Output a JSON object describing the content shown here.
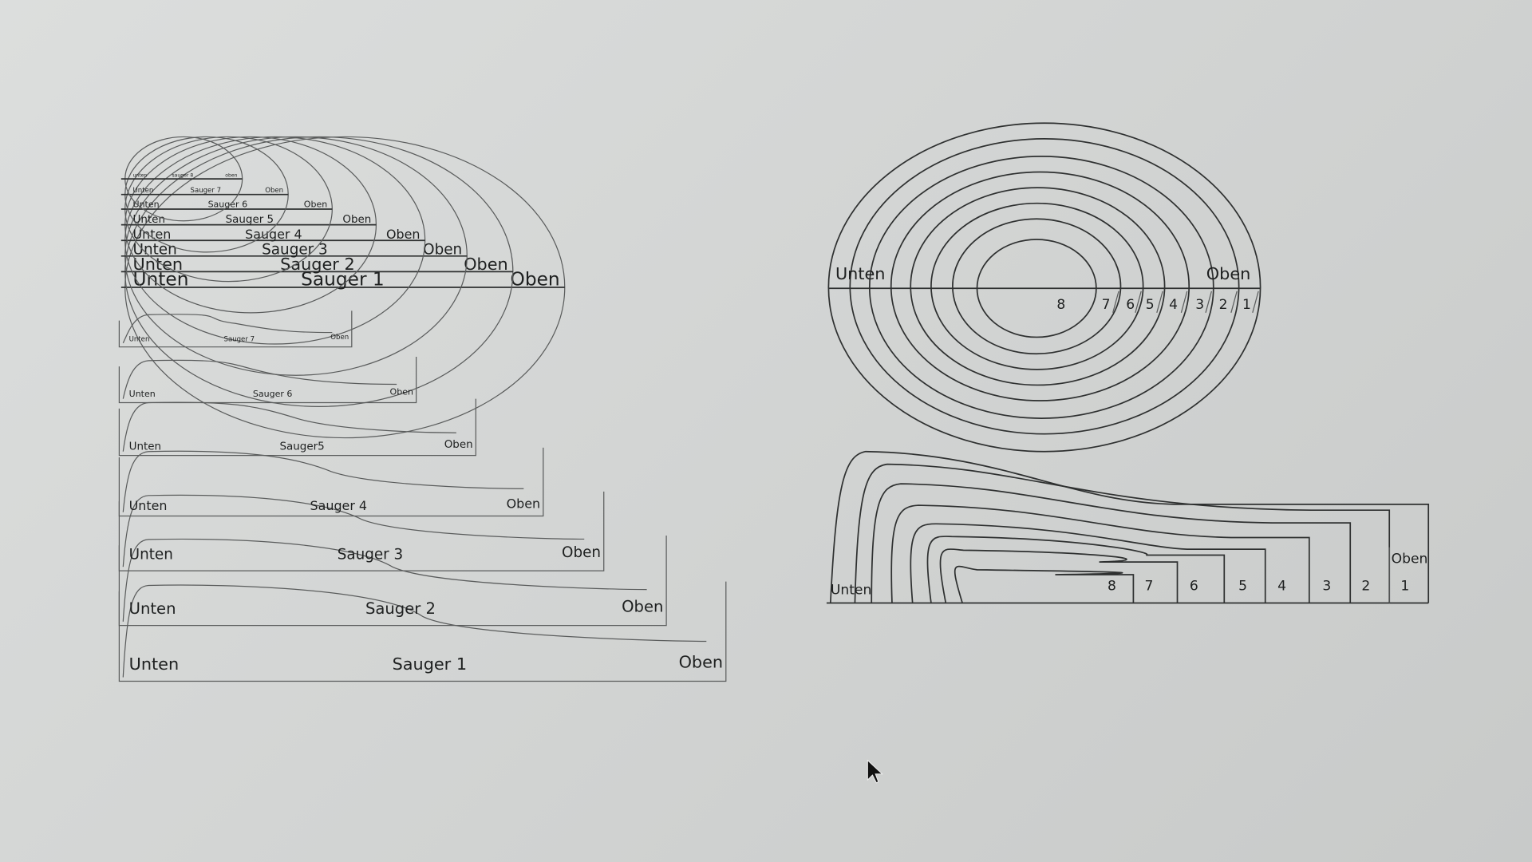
{
  "left_diagram": {
    "top_view": [
      {
        "unten": "Unten",
        "sauger": "Sauger 1",
        "oben": "Oben"
      },
      {
        "unten": "Unten",
        "sauger": "Sauger 2",
        "oben": "Oben"
      },
      {
        "unten": "Unten",
        "sauger": "Sauger 3",
        "oben": "Oben"
      },
      {
        "unten": "Unten",
        "sauger": "Sauger 4",
        "oben": "Oben"
      },
      {
        "unten": "Unten",
        "sauger": "Sauger 5",
        "oben": "Oben"
      },
      {
        "unten": "Unten",
        "sauger": "Sauger 6",
        "oben": "Oben"
      },
      {
        "unten": "Unten",
        "sauger": "Sauger 7",
        "oben": "Oben"
      },
      {
        "unten": "unten",
        "sauger": "sauger 8",
        "oben": "oben"
      }
    ],
    "side_view": [
      {
        "unten": "Unten",
        "sauger": "Sauger 1",
        "oben": "Oben"
      },
      {
        "unten": "Unten",
        "sauger": "Sauger 2",
        "oben": "Oben"
      },
      {
        "unten": "Unten",
        "sauger": "Sauger 3",
        "oben": "Oben"
      },
      {
        "unten": "Unten",
        "sauger": "Sauger 4",
        "oben": "Oben"
      },
      {
        "unten": "Unten",
        "sauger": "Sauger5",
        "oben": "Oben"
      },
      {
        "unten": "Unten",
        "sauger": "Sauger 6",
        "oben": "Oben"
      },
      {
        "unten": "Unten",
        "sauger": "Sauger 7",
        "oben": "Oben"
      }
    ]
  },
  "right_diagram": {
    "top_view": {
      "unten": "Unten",
      "oben": "Oben",
      "numbers": [
        "1",
        "2",
        "3",
        "4",
        "5",
        "6",
        "7",
        "8"
      ]
    },
    "side_view": {
      "unten": "Unten",
      "oben": "Oben",
      "numbers": [
        "1",
        "2",
        "3",
        "4",
        "5",
        "6",
        "7",
        "8"
      ]
    }
  }
}
